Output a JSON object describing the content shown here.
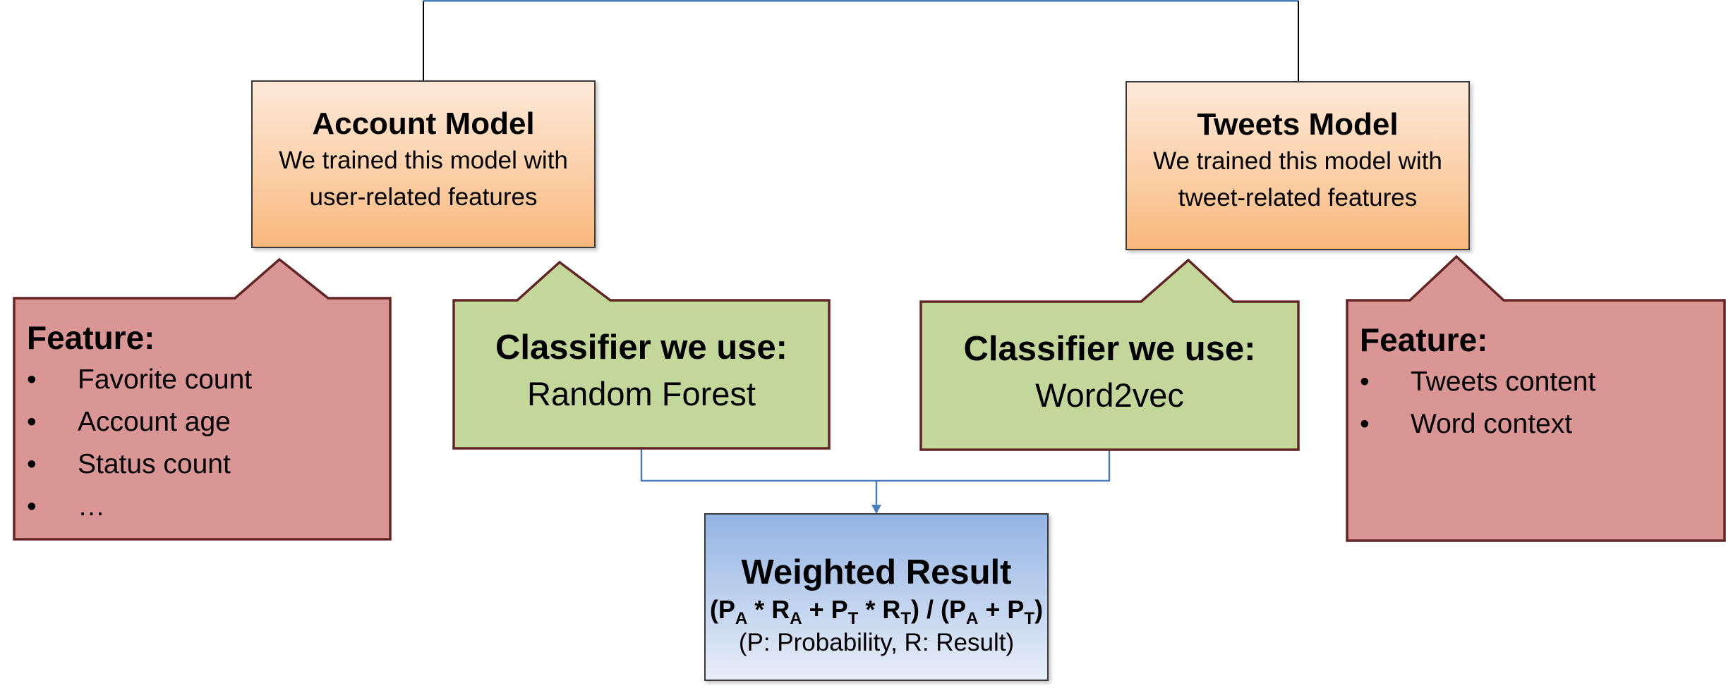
{
  "account_model": {
    "title": "Account Model",
    "desc_line1": "We trained this model with",
    "desc_line2": "user-related features"
  },
  "tweets_model": {
    "title": "Tweets Model",
    "desc_line1": "We trained this model with",
    "desc_line2": "tweet-related features"
  },
  "account_features": {
    "title": "Feature:",
    "bullet": "•",
    "items": [
      "Favorite count",
      "Account age",
      "Status count",
      "…"
    ]
  },
  "tweets_features": {
    "title": "Feature:",
    "bullet": "•",
    "items": [
      "Tweets content",
      "Word context"
    ]
  },
  "account_classifier": {
    "title": "Classifier we use:",
    "name": "Random Forest"
  },
  "tweets_classifier": {
    "title": "Classifier we use:",
    "name": "Word2vec"
  },
  "weighted_result": {
    "title": "Weighted Result",
    "formula": {
      "open_paren": "(",
      "p": "P",
      "r": "R",
      "sub_a": "A",
      "sub_t": "T",
      "times": " * ",
      "plus": " + ",
      "divide": ") / (",
      "close_paren": ")"
    },
    "legend": "(P: Probability, R: Result)"
  },
  "colors": {
    "model_fill": "#fbd0a8",
    "feature_fill": "#da9694",
    "classifier_fill": "#c4d79b",
    "result_fill": "#b8cce4",
    "callout_border": "#632523",
    "connector_blue": "#4a7ebb",
    "connector_black": "#000000"
  }
}
